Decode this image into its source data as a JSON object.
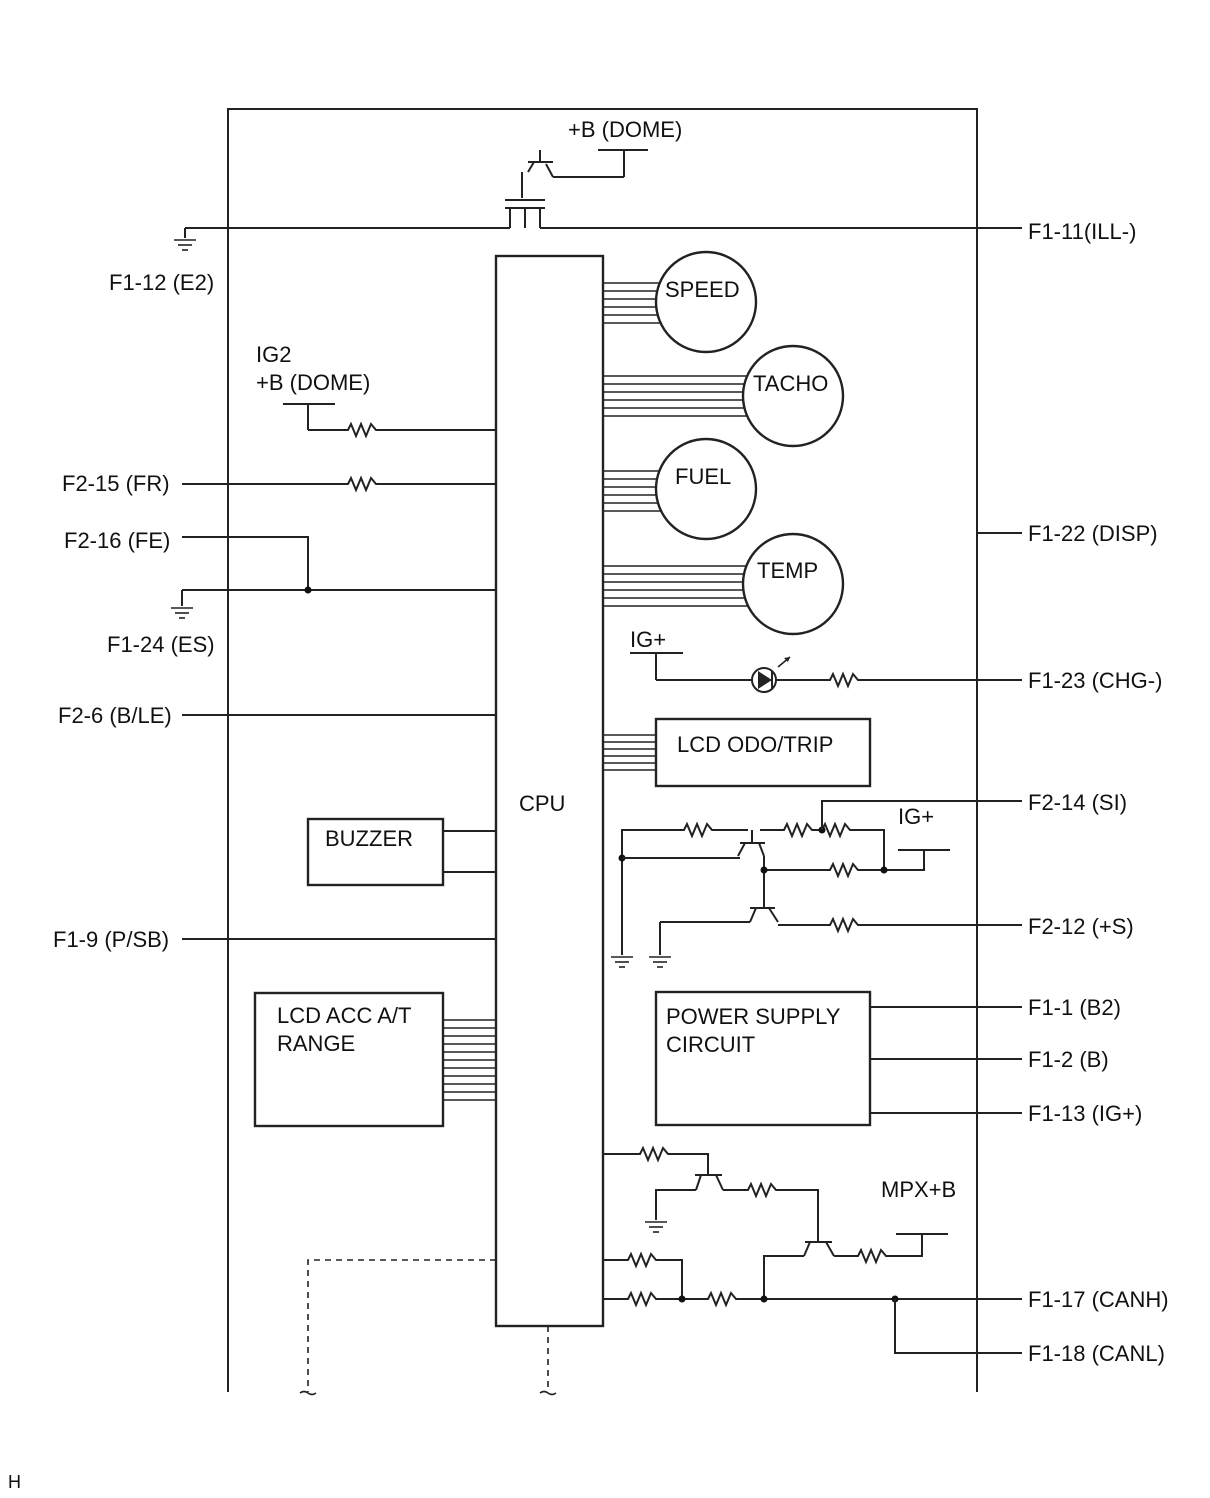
{
  "blocks": {
    "cpu": "CPU",
    "buzzer": "BUZZER",
    "lcd_acc_line1": "LCD ACC A/T",
    "lcd_acc_line2": "RANGE",
    "lcd_odo": "LCD ODO/TRIP",
    "power_supply_line1": "POWER SUPPLY",
    "power_supply_line2": "CIRCUIT"
  },
  "gauges": {
    "speed": "SPEED",
    "tacho": "TACHO",
    "fuel": "FUEL",
    "temp": "TEMP"
  },
  "supplies": {
    "b_dome_top": "+B (DOME)",
    "ig2": "IG2",
    "b_dome_left": "+B (DOME)",
    "ig_plus_led": "IG+",
    "ig_plus_right": "IG+",
    "mpx_b": "MPX+B"
  },
  "terminals": {
    "f1_12": "F1-12 (E2)",
    "f2_15": "F2-15 (FR)",
    "f2_16": "F2-16 (FE)",
    "f1_24": "F1-24 (ES)",
    "f2_6": "F2-6 (B/LE)",
    "f1_9": "F1-9 (P/SB)",
    "f1_11": "F1-11(ILL-)",
    "f1_22": "F1-22 (DISP)",
    "f1_23": "F1-23 (CHG-)",
    "f2_14": "F2-14 (SI)",
    "f2_12": "F2-12 (+S)",
    "f1_1": "F1-1 (B2)",
    "f1_2": "F1-2 (B)",
    "f1_13": "F1-13 (IG+)",
    "f1_17": "F1-17 (CANH)",
    "f1_18": "F1-18 (CANL)"
  },
  "footer_mark": "H"
}
